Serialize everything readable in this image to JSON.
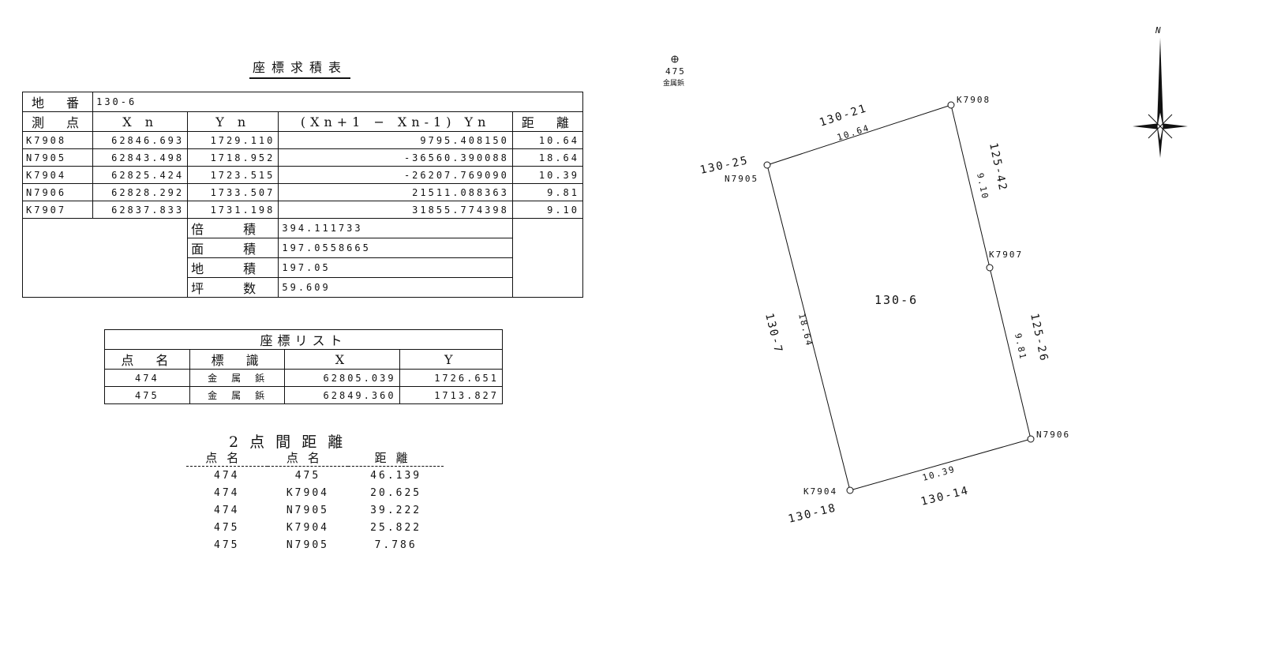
{
  "calc_table": {
    "title": "座標求積表",
    "lot_label": "地　番",
    "lot_value": "130-6",
    "headers": [
      "測　点",
      "X n",
      "Y n",
      "(Xn+1 − Xn-1) Yn",
      "距　離"
    ],
    "rows": [
      [
        "K7908",
        "62846.693",
        "1729.110",
        "9795.408150",
        "10.64"
      ],
      [
        "N7905",
        "62843.498",
        "1718.952",
        "-36560.390088",
        "18.64"
      ],
      [
        "K7904",
        "62825.424",
        "1723.515",
        "-26207.769090",
        "10.39"
      ],
      [
        "N7906",
        "62828.292",
        "1733.507",
        "21511.088363",
        "9.81"
      ],
      [
        "K7907",
        "62837.833",
        "1731.198",
        "31855.774398",
        "9.10"
      ]
    ],
    "summary": [
      [
        "倍　　積",
        "394.111733"
      ],
      [
        "面　　積",
        "197.0558665"
      ],
      [
        "地　　積",
        "197.05"
      ],
      [
        "坪　　数",
        "59.609"
      ]
    ]
  },
  "coord_list": {
    "title": "座標リスト",
    "headers": [
      "点　名",
      "標　識",
      "X",
      "Y"
    ],
    "rows": [
      [
        "474",
        "金　属　鋲",
        "62805.039",
        "1726.651"
      ],
      [
        "475",
        "金　属　鋲",
        "62849.360",
        "1713.827"
      ]
    ]
  },
  "distances": {
    "title": "2 点 間 距 離",
    "headers": [
      "点名",
      "点名",
      "距離"
    ],
    "rows": [
      [
        "474",
        "475",
        "46.139"
      ],
      [
        "474",
        "K7904",
        "20.625"
      ],
      [
        "474",
        "N7905",
        "39.222"
      ],
      [
        "475",
        "K7904",
        "25.822"
      ],
      [
        "475",
        "N7905",
        "7.786"
      ]
    ]
  },
  "drawing": {
    "lot": "130-6",
    "north": "N",
    "marker": {
      "name": "475",
      "type": "金属鋲"
    },
    "points": [
      "K7908",
      "N7905",
      "K7904",
      "N7906",
      "K7907"
    ],
    "edge_lengths": [
      "10.64",
      "18.64",
      "10.39",
      "9.81",
      "9.10"
    ],
    "neighbors": [
      "130-21",
      "130-25",
      "130-7",
      "130-18",
      "130-14",
      "125-26",
      "125-42"
    ]
  }
}
